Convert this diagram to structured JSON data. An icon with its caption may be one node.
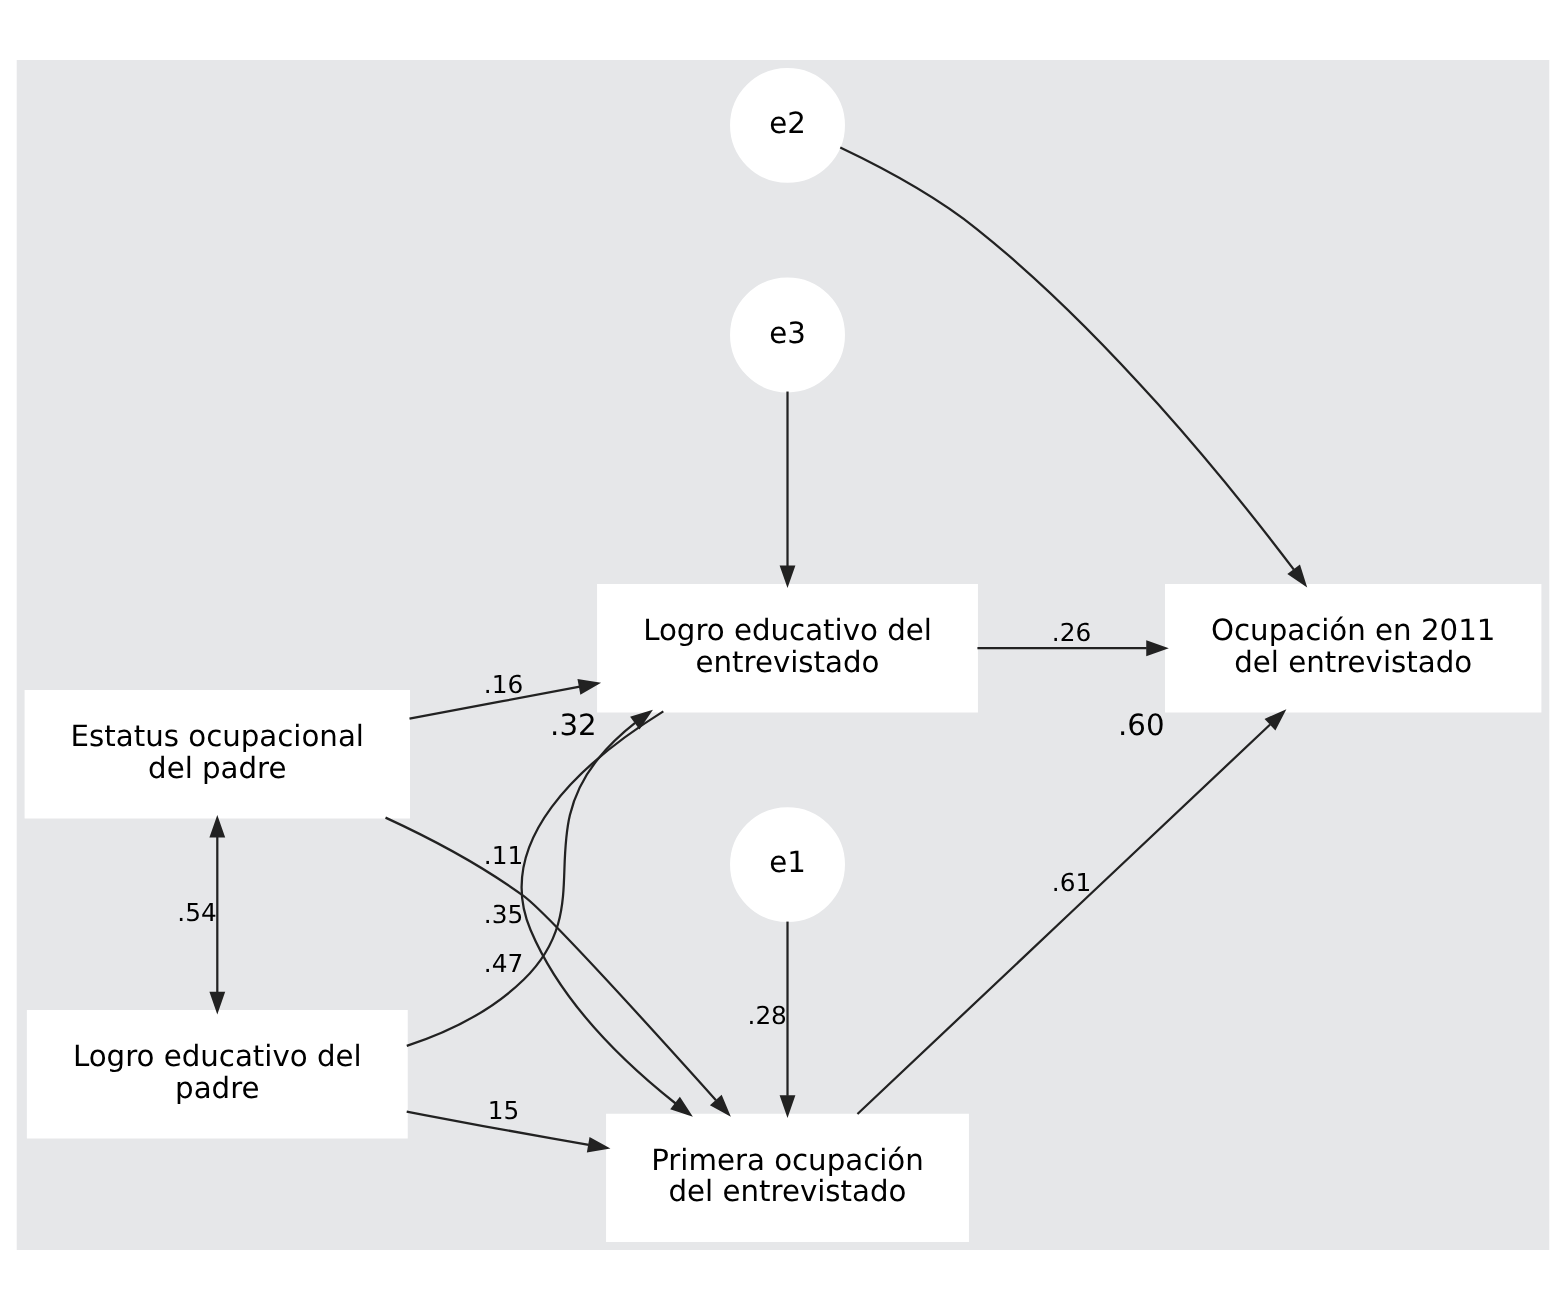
{
  "diagram": {
    "nodes": [
      {
        "text": [
          "e1"
        ]
      },
      {
        "text": [
          "Primera ocupación del entrevistado"
        ]
      },
      {
        "text": [
          "Estatus ocupacional del padre"
        ]
      },
      {
        "text": [
          "Ocupación en 2011 del entrevistado"
        ],
        "beside": [
          ".60"
        ]
      },
      {
        "text": [
          "e2"
        ]
      },
      {
        "text": [
          "Logro educativo del padre"
        ]
      },
      {
        "text": [
          "Logro educativo del entrevistado"
        ],
        "beside": [
          ".32"
        ]
      },
      {
        "text": [
          "e3"
        ]
      }
    ],
    "edges": [
      {
        "from": 0,
        "to": 1,
        "arrow": "to",
        "label": ".28"
      },
      {
        "from": 2,
        "to": 1,
        "arrow": "to",
        "label": ".11"
      },
      {
        "from": 1,
        "to": 3,
        "arrow": "to",
        "label": ".61"
      },
      {
        "from": 4,
        "to": 3,
        "arrow": "to"
      },
      {
        "from": 2,
        "to": 5,
        "arrow": "both",
        "label": ".54"
      },
      {
        "from": 5,
        "to": 1,
        "arrow": "to",
        "label": "15"
      },
      {
        "from": 2,
        "to": 6,
        "arrow": "to",
        "label": ".16"
      },
      {
        "from": 6,
        "to": 1,
        "arrow": "to",
        "label": ".35"
      },
      {
        "from": 6,
        "to": 3,
        "arrow": "to",
        "label": ".26"
      },
      {
        "from": 5,
        "to": 6,
        "arrow": "to",
        "label": ".47"
      },
      {
        "from": 7,
        "to": 6,
        "arrow": "to"
      }
    ]
  }
}
